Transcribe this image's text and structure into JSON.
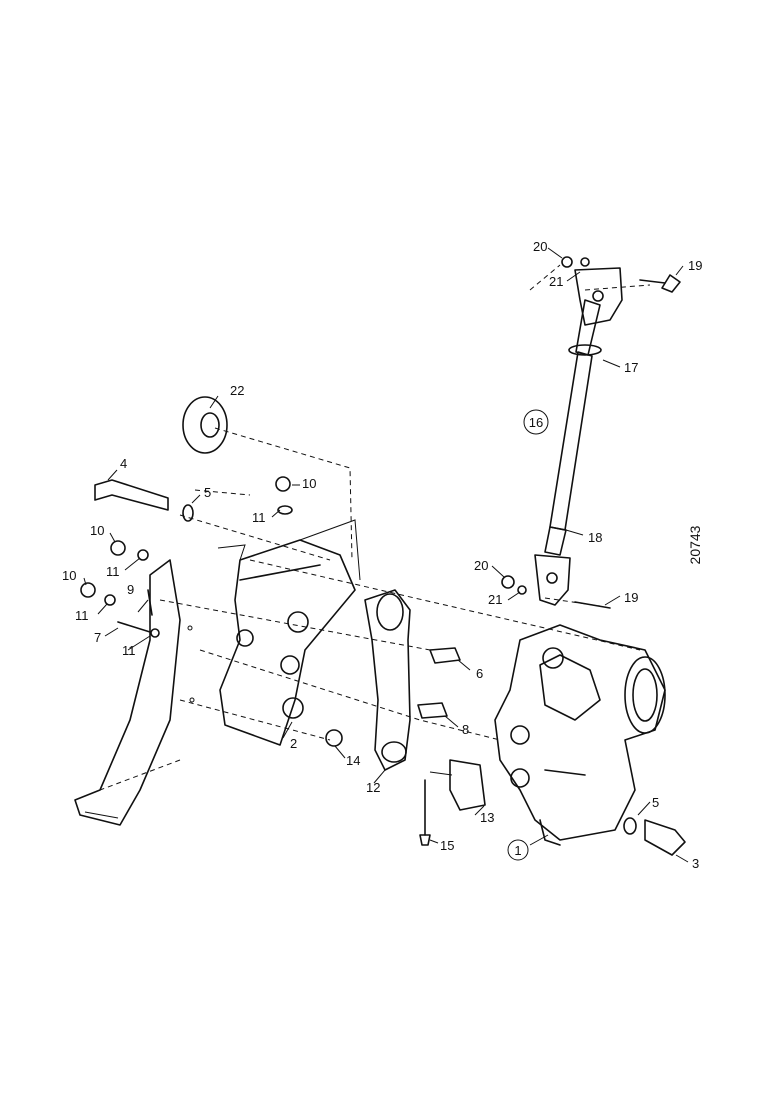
{
  "drawing_ref": "20743",
  "callouts": {
    "c1": "1",
    "c2": "2",
    "c3": "3",
    "c4": "4",
    "c5a": "5",
    "c5b": "5",
    "c6": "6",
    "c7": "7",
    "c8": "8",
    "c9": "9",
    "c10a": "10",
    "c10b": "10",
    "c10c": "10",
    "c11a": "11",
    "c11b": "11",
    "c11c": "11",
    "c11d": "11",
    "c12": "12",
    "c13": "13",
    "c14": "14",
    "c15": "15",
    "c16": "16",
    "c17": "17",
    "c18": "18",
    "c19a": "19",
    "c19b": "19",
    "c20a": "20",
    "c20b": "20",
    "c21a": "21",
    "c21b": "21",
    "c22": "22"
  }
}
